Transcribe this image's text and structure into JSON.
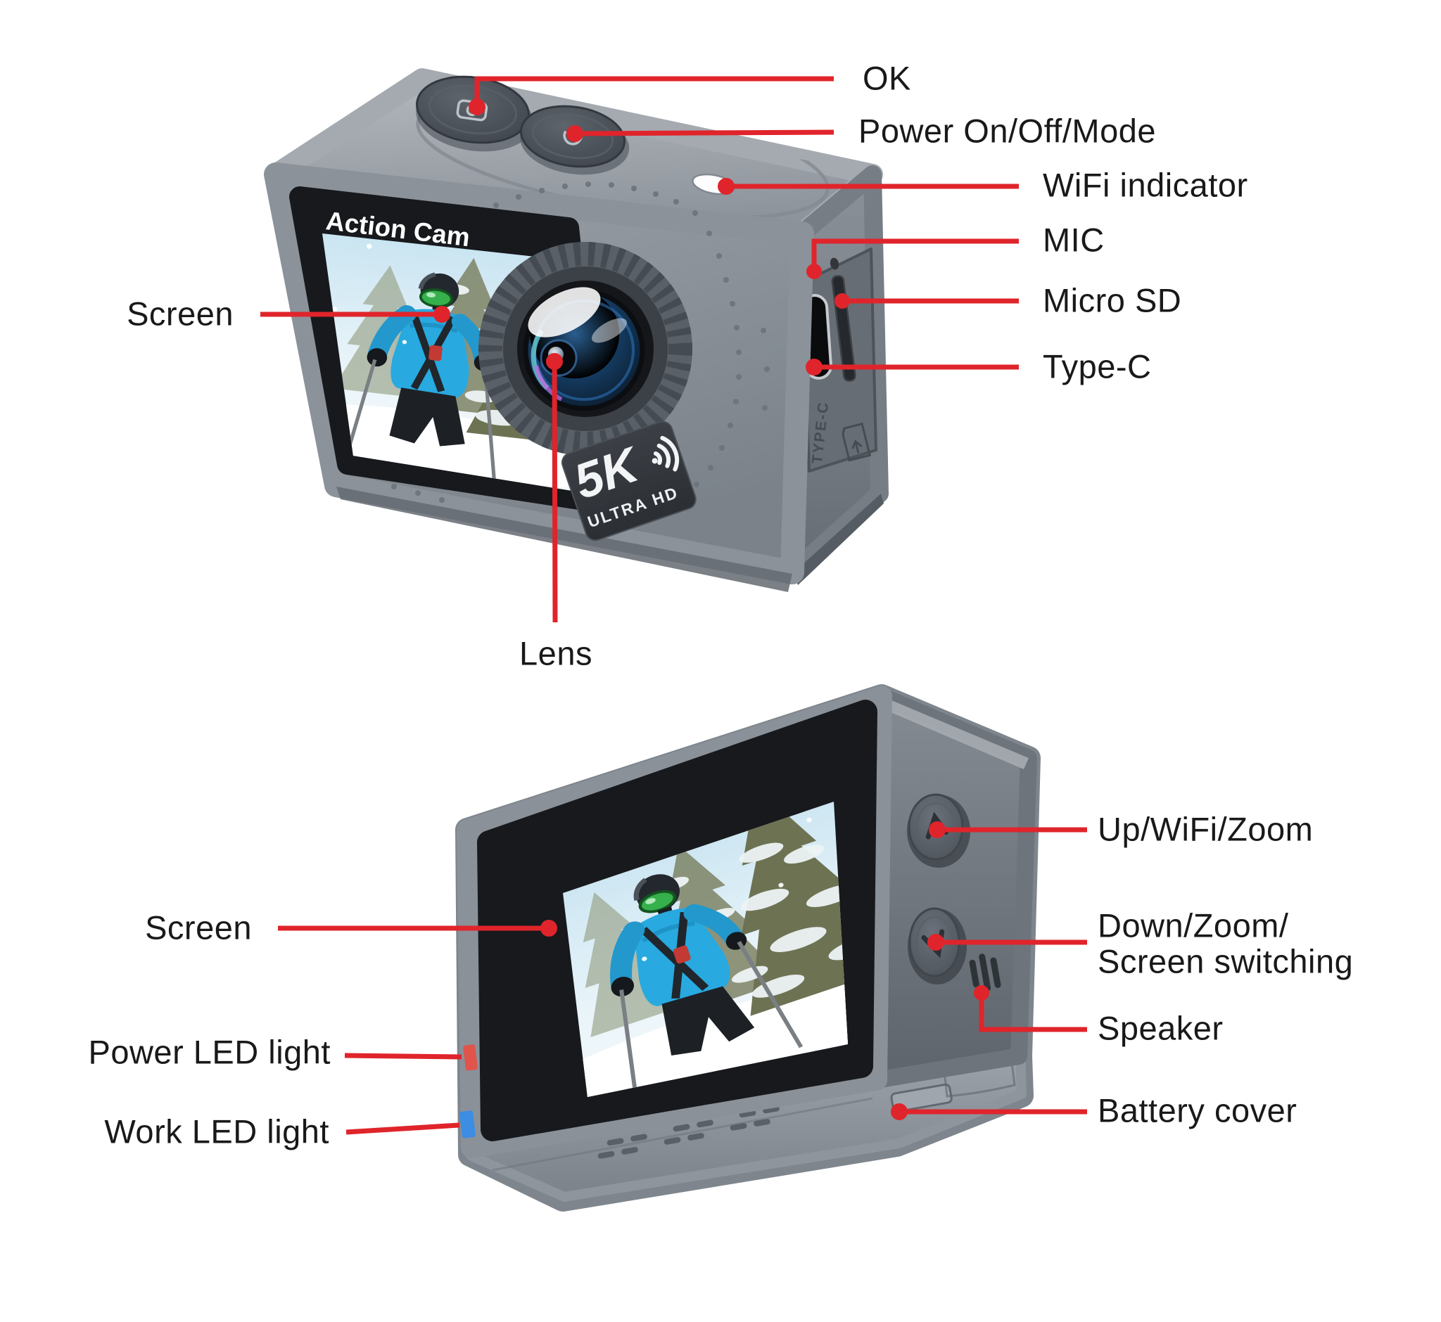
{
  "page": {
    "background": "#ffffff"
  },
  "colors": {
    "callout_red": "#e0242b",
    "body_gray": "#8a9096",
    "bezel_dark": "#17191c",
    "power_led": "#e0544b",
    "work_led": "#3d8de2",
    "label_text": "#191919"
  },
  "front_view": {
    "labels": {
      "ok": "OK",
      "power": "Power On/Off/Mode",
      "wifi": "WiFi indicator",
      "mic": "MIC",
      "micro_sd": "Micro SD",
      "type_c": "Type-C",
      "screen": "Screen",
      "lens": "Lens"
    },
    "device_text": {
      "screen_brand": "Action Cam",
      "logo_main": "5K",
      "logo_sub": "ULTRA HD",
      "port_label": "TYPE-C"
    }
  },
  "back_view": {
    "labels": {
      "screen": "Screen",
      "power_led": "Power LED light",
      "work_led": "Work LED light",
      "up": "Up/WiFi/Zoom",
      "down_line1": "Down/Zoom/",
      "down_line2": "Screen switching",
      "speaker": "Speaker",
      "battery": "Battery cover"
    }
  }
}
